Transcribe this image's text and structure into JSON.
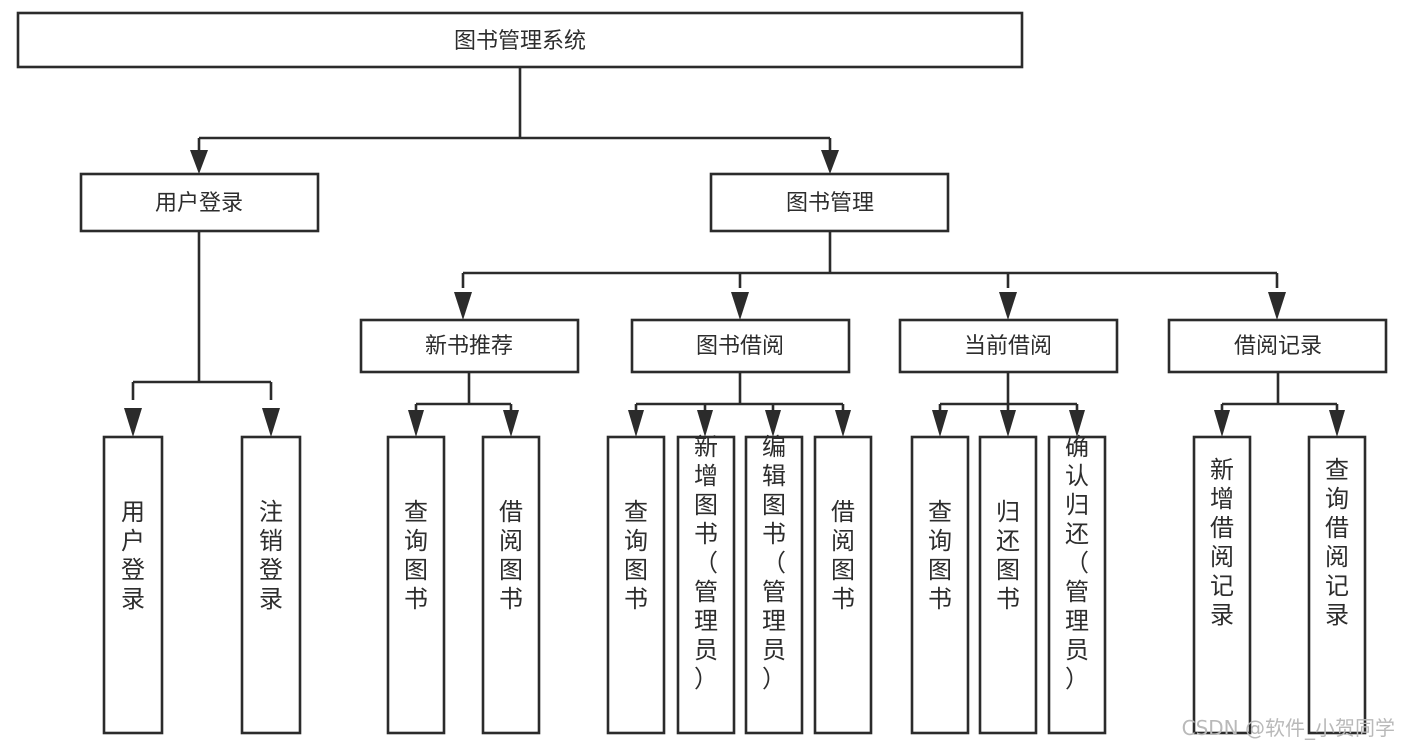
{
  "diagram": {
    "type": "tree-hierarchy",
    "title": "图书管理系统",
    "watermark": "CSDN @软件_小贺同学",
    "colors": {
      "background": "#ffffff",
      "box_fill": "#ffffff",
      "box_stroke": "#2b2b2b",
      "text": "#2d2d2d",
      "watermark": "#b9b9b9"
    },
    "nodes": {
      "root": {
        "label": "图书管理系统",
        "orientation": "horizontal",
        "level": 0
      },
      "level1": [
        {
          "id": "user-login",
          "label": "用户登录",
          "orientation": "horizontal"
        },
        {
          "id": "book-manage",
          "label": "图书管理",
          "orientation": "horizontal"
        }
      ],
      "level2": [
        {
          "id": "new-book-recommend",
          "label": "新书推荐",
          "orientation": "horizontal",
          "parent": "book-manage"
        },
        {
          "id": "book-borrow",
          "label": "图书借阅",
          "orientation": "horizontal",
          "parent": "book-manage"
        },
        {
          "id": "current-borrow",
          "label": "当前借阅",
          "orientation": "horizontal",
          "parent": "book-manage"
        },
        {
          "id": "borrow-record",
          "label": "借阅记录",
          "orientation": "horizontal",
          "parent": "book-manage"
        }
      ],
      "leaves": [
        {
          "id": "leaf-user-login",
          "label": "用户登录",
          "orientation": "vertical",
          "parent": "user-login"
        },
        {
          "id": "leaf-logout-login",
          "label": "注销登录",
          "orientation": "vertical",
          "parent": "user-login"
        },
        {
          "id": "leaf-query-book-1",
          "label": "查询图书",
          "orientation": "vertical",
          "parent": "new-book-recommend"
        },
        {
          "id": "leaf-borrow-book-1",
          "label": "借阅图书",
          "orientation": "vertical",
          "parent": "new-book-recommend"
        },
        {
          "id": "leaf-query-book-2",
          "label": "查询图书",
          "orientation": "vertical",
          "parent": "book-borrow"
        },
        {
          "id": "leaf-add-book",
          "label": "新增图书（管理员）",
          "orientation": "vertical",
          "parent": "book-borrow"
        },
        {
          "id": "leaf-edit-book",
          "label": "编辑图书（管理员）",
          "orientation": "vertical",
          "parent": "book-borrow"
        },
        {
          "id": "leaf-borrow-book-2",
          "label": "借阅图书",
          "orientation": "vertical",
          "parent": "book-borrow"
        },
        {
          "id": "leaf-query-book-3",
          "label": "查询图书",
          "orientation": "vertical",
          "parent": "current-borrow"
        },
        {
          "id": "leaf-return-book",
          "label": "归还图书",
          "orientation": "vertical",
          "parent": "current-borrow"
        },
        {
          "id": "leaf-confirm-return",
          "label": "确认归还（管理员）",
          "orientation": "vertical",
          "parent": "current-borrow"
        },
        {
          "id": "leaf-add-record",
          "label": "新增借阅记录",
          "orientation": "vertical",
          "parent": "borrow-record"
        },
        {
          "id": "leaf-query-record",
          "label": "查询借阅记录",
          "orientation": "vertical",
          "parent": "borrow-record"
        }
      ]
    }
  }
}
